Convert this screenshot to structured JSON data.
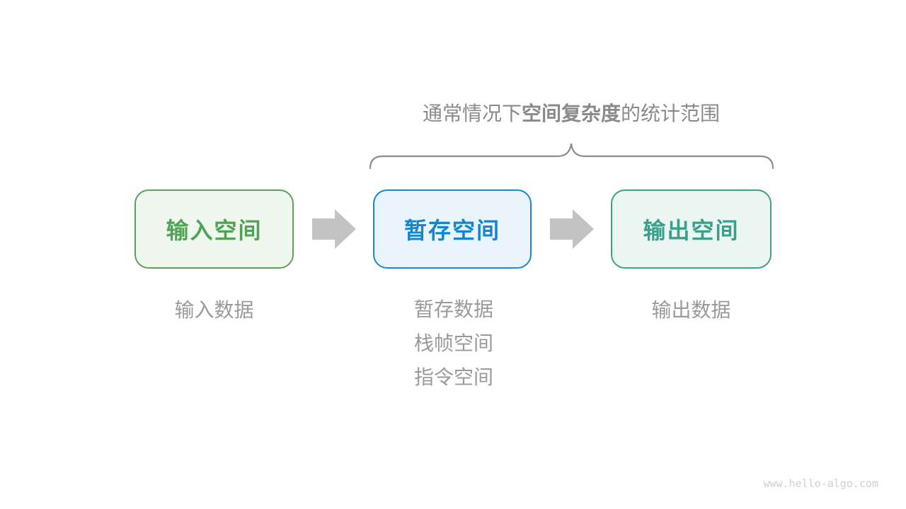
{
  "page": {
    "background": "#ffffff"
  },
  "title": {
    "prefix": "通常情况下",
    "emphasis": "空间复杂度",
    "suffix": "的统计范围",
    "color": "#8A8A8A"
  },
  "brace": {
    "color": "#8D8D8D"
  },
  "flow": {
    "arrow_color": "#C3C3C3",
    "boxes": [
      {
        "id": "input",
        "label": "输入空间",
        "border_color": "#5BA05E",
        "text_color": "#4FA355",
        "fill_color": "#EFF7EF"
      },
      {
        "id": "temp",
        "label": "暂存空间",
        "border_color": "#1D88C5",
        "text_color": "#1386CE",
        "fill_color": "#E9F4FC"
      },
      {
        "id": "output",
        "label": "输出空间",
        "border_color": "#409E89",
        "text_color": "#38A08B",
        "fill_color": "#EBF6F2"
      }
    ]
  },
  "captions": {
    "text_color": "#9A9A9A",
    "input": [
      "输入数据"
    ],
    "temp": [
      "暂存数据",
      "栈帧空间",
      "指令空间"
    ],
    "output": [
      "输出数据"
    ]
  },
  "watermark": {
    "text": "www.hello-algo.com",
    "color": "#CFCFCF"
  }
}
